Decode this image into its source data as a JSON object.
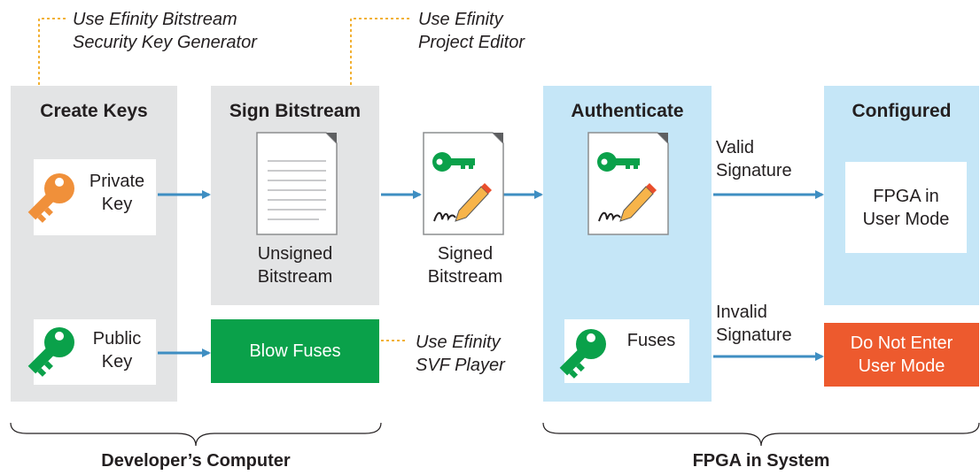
{
  "tools": {
    "keygen": [
      "Use Efinity Bitstream",
      "Security Key Generator"
    ],
    "editor": [
      "Use Efinity",
      "Project Editor"
    ],
    "svf": [
      "Use Efinity",
      "SVF Player"
    ]
  },
  "stages": {
    "create_keys": "Create Keys",
    "sign_bitstream": "Sign Bitstream",
    "authenticate": "Authenticate",
    "configured": "Configured"
  },
  "keys": {
    "private": [
      "Private",
      "Key"
    ],
    "public": [
      "Public",
      "Key"
    ]
  },
  "docs": {
    "unsigned": [
      "Unsigned",
      "Bitstream"
    ],
    "signed": [
      "Signed",
      "Bitstream"
    ]
  },
  "blow_fuses": "Blow Fuses",
  "fuses": "Fuses",
  "valid": [
    "Valid",
    "Signature"
  ],
  "invalid": [
    "Invalid",
    "Signature"
  ],
  "fpga_user_mode": [
    "FPGA in",
    "User Mode"
  ],
  "do_not_enter": [
    "Do Not Enter",
    "User Mode"
  ],
  "groups": {
    "developer": "Developer’s Computer",
    "fpga_system": "FPGA in System"
  },
  "colors": {
    "panel_gray": "#e3e4e5",
    "panel_blue": "#c5e6f7",
    "arrow": "#3e8ec2",
    "green": "#0aa14a",
    "orange_key": "#f0903a",
    "red": "#ed5a2e",
    "dotted_line": "#f2b134"
  }
}
